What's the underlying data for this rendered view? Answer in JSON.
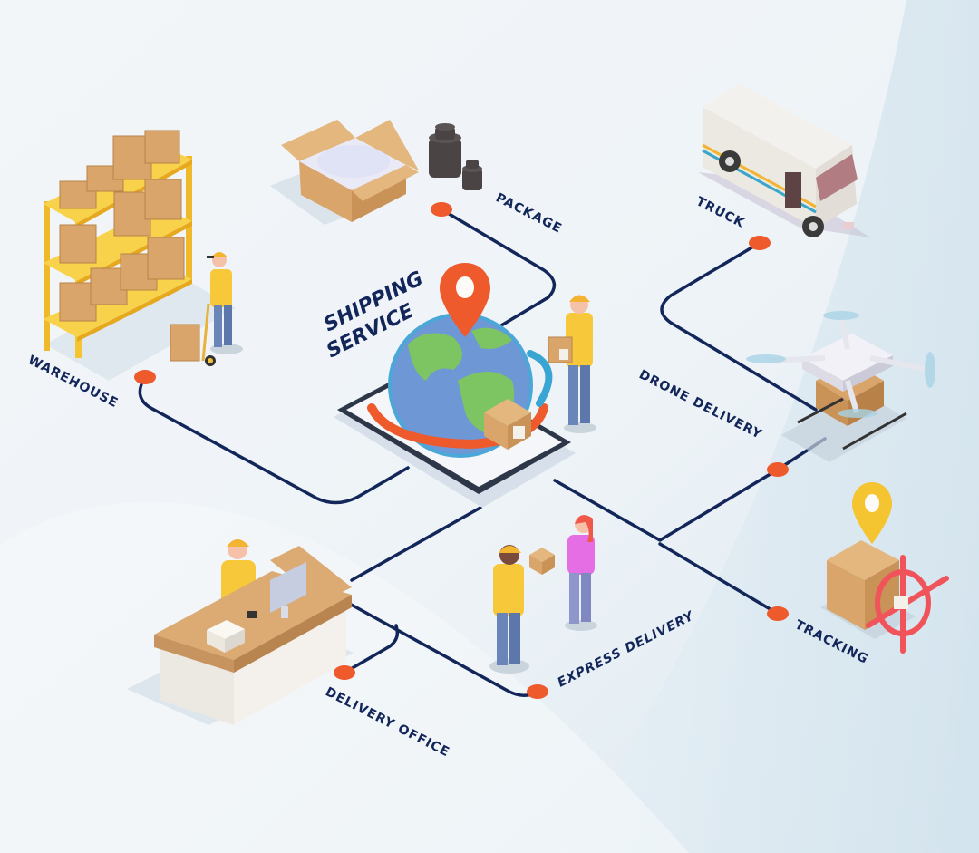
{
  "title": {
    "line1": "SHIPPING",
    "line2": "SERVICE"
  },
  "nodes": [
    {
      "id": "package",
      "label": "PACKAGE",
      "icon": "open-box-with-weights"
    },
    {
      "id": "truck",
      "label": "TRUCK",
      "icon": "delivery-van"
    },
    {
      "id": "warehouse",
      "label": "WAREHOUSE",
      "icon": "shelving-with-boxes-and-hand-truck"
    },
    {
      "id": "drone",
      "label": "DRONE DELIVERY",
      "icon": "quadcopter-with-box"
    },
    {
      "id": "tracking",
      "label": "TRACKING",
      "icon": "box-with-pin-and-crosshair"
    },
    {
      "id": "express",
      "label": "EXPRESS DELIVERY",
      "icon": "courier-handing-box"
    },
    {
      "id": "office",
      "label": "DELIVERY OFFICE",
      "icon": "reception-desk-with-clerk"
    }
  ],
  "center": {
    "icon": "globe-on-smartphone-with-pin"
  },
  "colors": {
    "line": "#12265a",
    "node_dot": "#ee5a2c",
    "background": "#eef3f7",
    "cardboard": "#d9a56a",
    "shirt": "#f7c83a",
    "shelf": "#f5c531"
  }
}
